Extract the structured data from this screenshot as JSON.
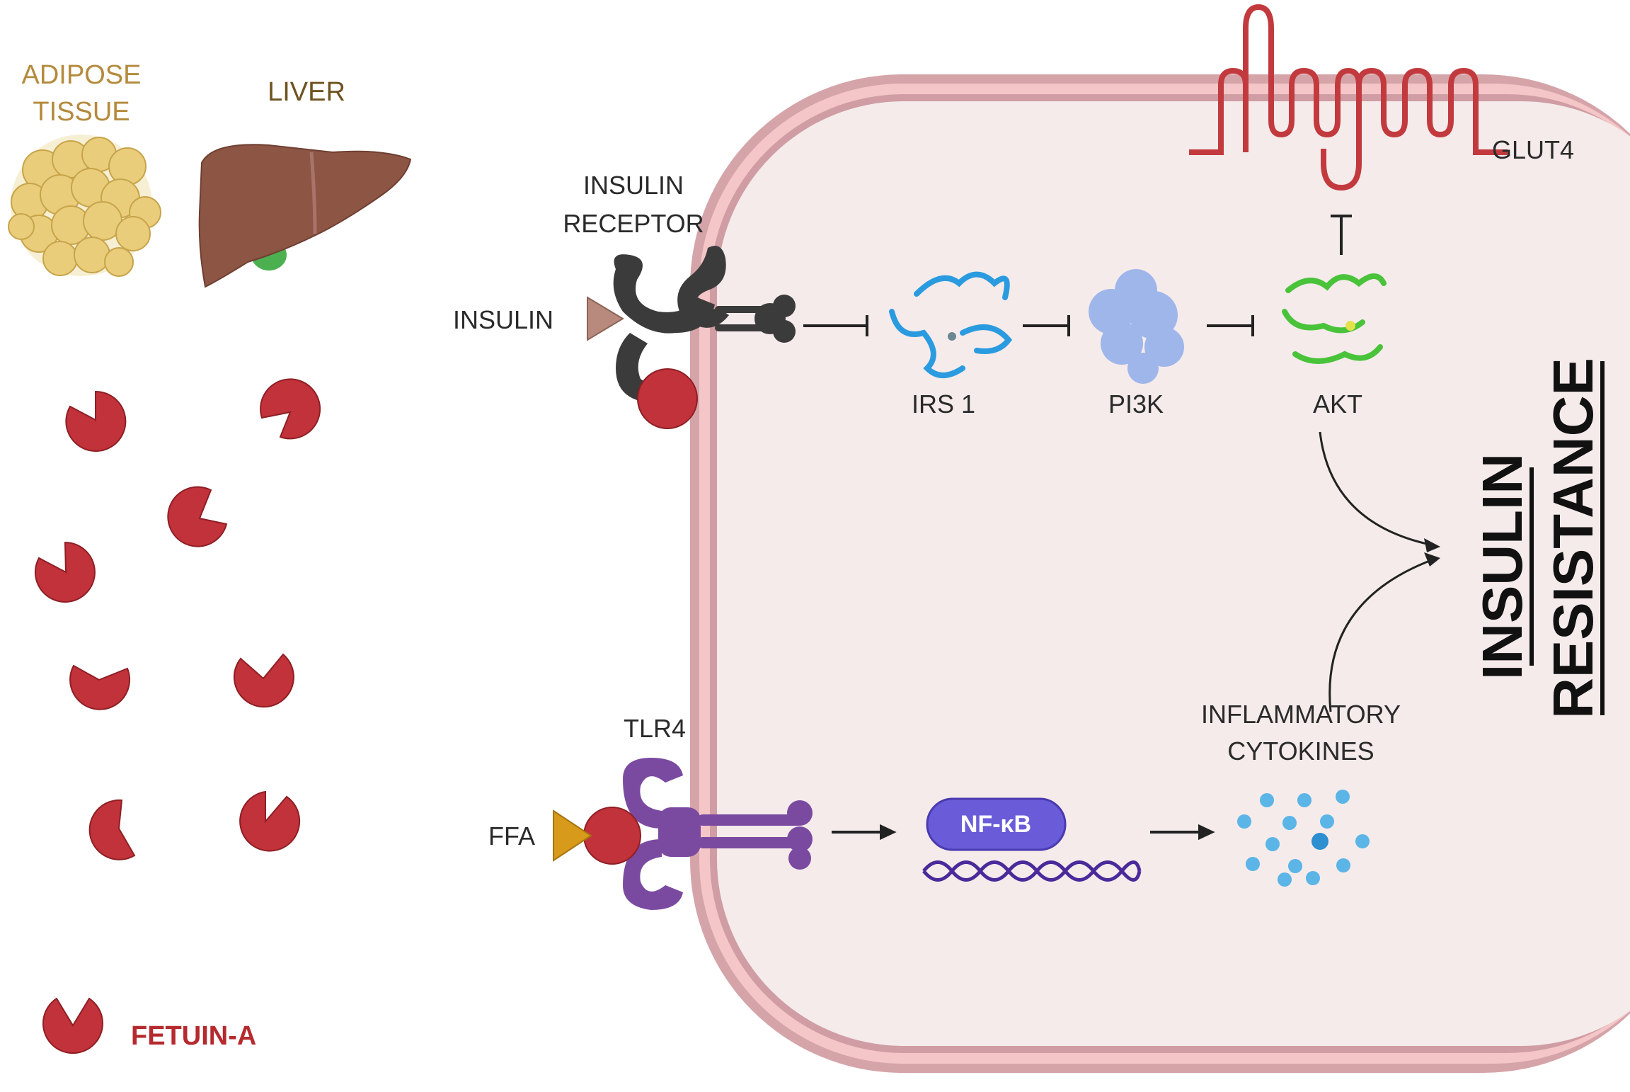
{
  "labels": {
    "adipose_line1": "ADIPOSE",
    "adipose_line2": "TISSUE",
    "liver": "LIVER",
    "insulin_receptor_line1": "INSULIN",
    "insulin_receptor_line2": "RECEPTOR",
    "insulin": "INSULIN",
    "irs1": "IRS 1",
    "pi3k": "PI3K",
    "akt": "AKT",
    "glut4": "GLUT4",
    "tlr4": "TLR4",
    "ffa": "FFA",
    "nfkb": "NF-κB",
    "inflammatory_line1": "INFLAMMATORY",
    "inflammatory_line2": "CYTOKINES",
    "insulin_resistance_line1": "INSULIN",
    "insulin_resistance_line2": "RESISTANCE",
    "fetuin_a": "FETUIN-A"
  },
  "colors": {
    "fetuin": "#c2323a",
    "membrane_outer": "#d4a3a8",
    "membrane_inner": "#f3c4c6",
    "cytoplasm": "#f5ebeb",
    "glut4": "#c23a3e",
    "receptor": "#3b3b3b",
    "tlr4": "#7a4aa0",
    "irs1": "#2b9be0",
    "pi3k": "#9fb6ea",
    "akt": "#49c33a",
    "nfkb": "#6a5cd8",
    "cytokine": "#5bb5e6",
    "ffa": "#d79a1a",
    "insulin": "#b88a7d"
  }
}
